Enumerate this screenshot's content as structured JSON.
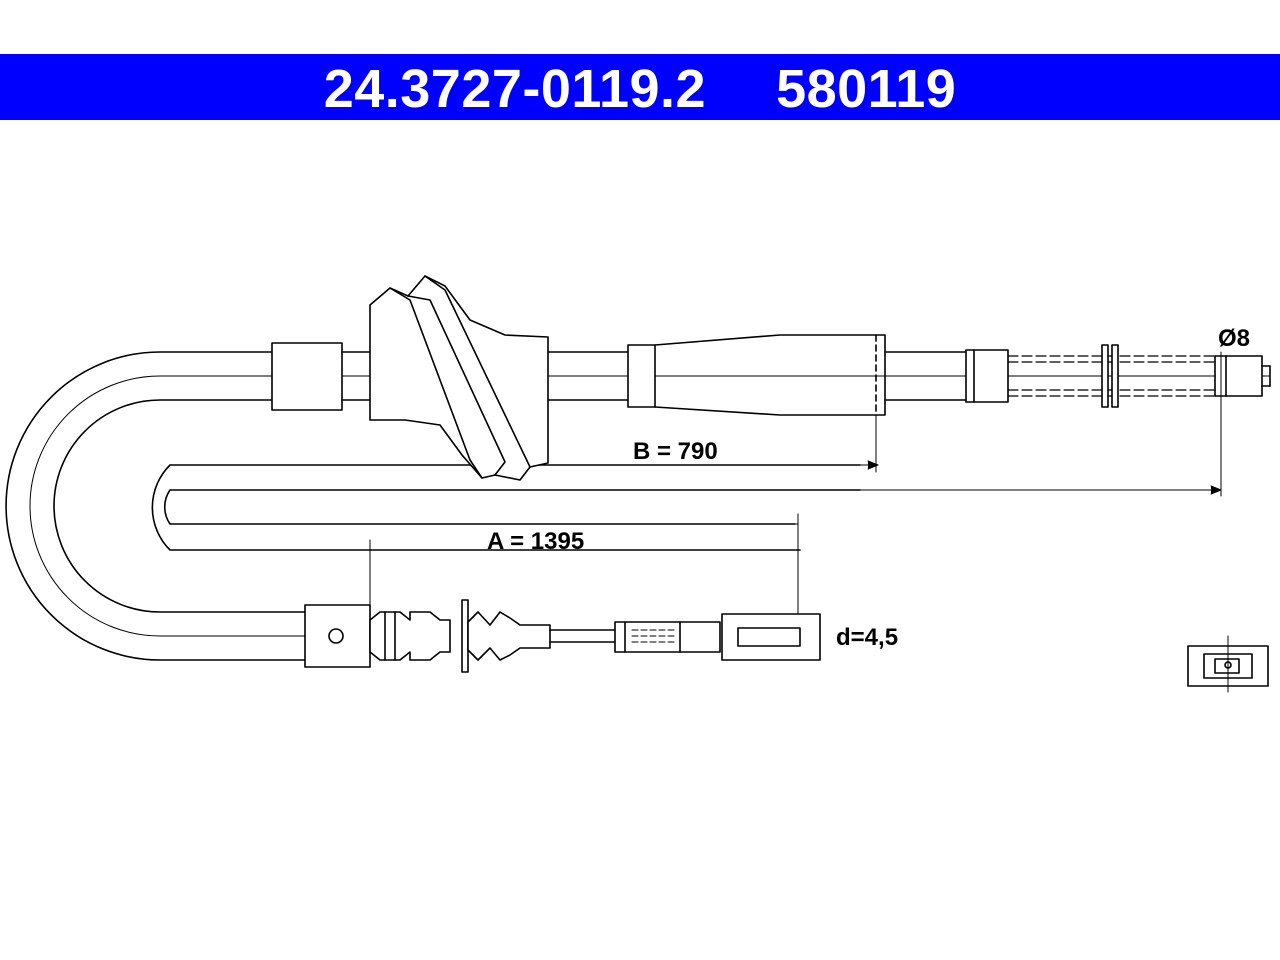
{
  "header": {
    "part_number": "24.3727-0119.2",
    "ref_number": "580119",
    "background_color": "#0000ff",
    "text_color": "#ffffff"
  },
  "drawing": {
    "dimension_b": "B = 790",
    "dimension_a": "A = 1395",
    "diameter": "Ø8",
    "wire_diameter": "d=4,5"
  }
}
